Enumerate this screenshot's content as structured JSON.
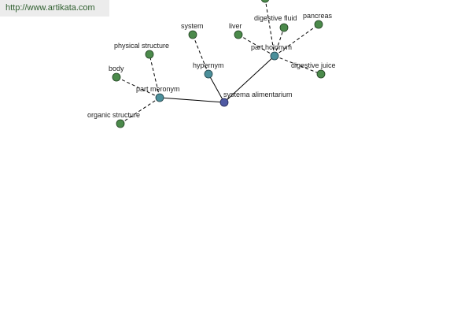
{
  "source_url": "http://www.artikata.com",
  "center": {
    "id": "center",
    "label": "systema alimentarium"
  },
  "relations": [
    {
      "id": "part_meronym",
      "label": "part meronym"
    },
    {
      "id": "hypernym",
      "label": "hypernym"
    },
    {
      "id": "part_holonym",
      "label": "part holonym"
    }
  ],
  "leaves": [
    {
      "id": "physical_structure",
      "label": "physical structure",
      "relation": "part_meronym"
    },
    {
      "id": "body",
      "label": "body",
      "relation": "part_meronym"
    },
    {
      "id": "organic_structure",
      "label": "organic structure",
      "relation": "part_meronym"
    },
    {
      "id": "system",
      "label": "system",
      "relation": "hypernym"
    },
    {
      "id": "liver",
      "label": "liver",
      "relation": "part_holonym"
    },
    {
      "id": "digestive_fluid",
      "label": "digestive fluid",
      "relation": "part_holonym"
    },
    {
      "id": "pancreas",
      "label": "pancreas",
      "relation": "part_holonym"
    },
    {
      "id": "digestive_juice",
      "label": "digestive juice",
      "relation": "part_holonym"
    },
    {
      "id": "offscreen_top",
      "label": "",
      "relation": "part_holonym"
    }
  ]
}
